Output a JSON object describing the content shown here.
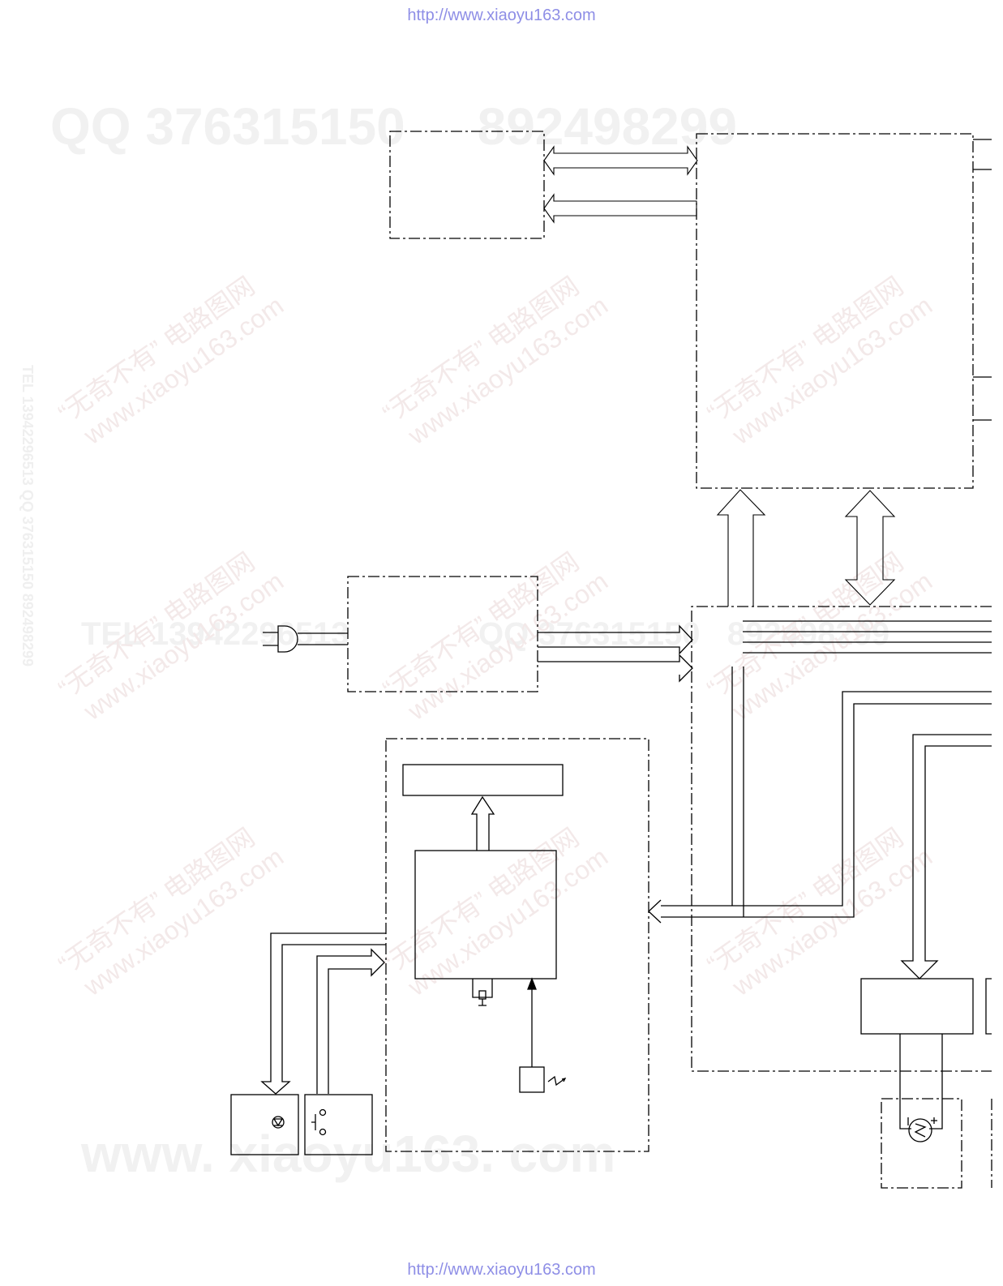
{
  "header": {
    "url": "http://www.xiaoyu163.com"
  },
  "footer": {
    "url": "http://www.xiaoyu163.com"
  },
  "watermarks": {
    "qq_line": "QQ 376315150     892498299",
    "tel_line": "TEL 13942296513",
    "mid_line": "QQ 376315150   892498299",
    "site_big": "www. xiaoyu163. com",
    "tilt_cn": "“无奇不有” 电路图网",
    "tilt_url": "www.xiaoyu163.com",
    "side_vertical": "TEL 13942296513  QQ 376315150  892498299"
  },
  "colors": {
    "line": "#000000",
    "url_link": "#8e8ee6",
    "watermark": "#f1f1f1"
  }
}
